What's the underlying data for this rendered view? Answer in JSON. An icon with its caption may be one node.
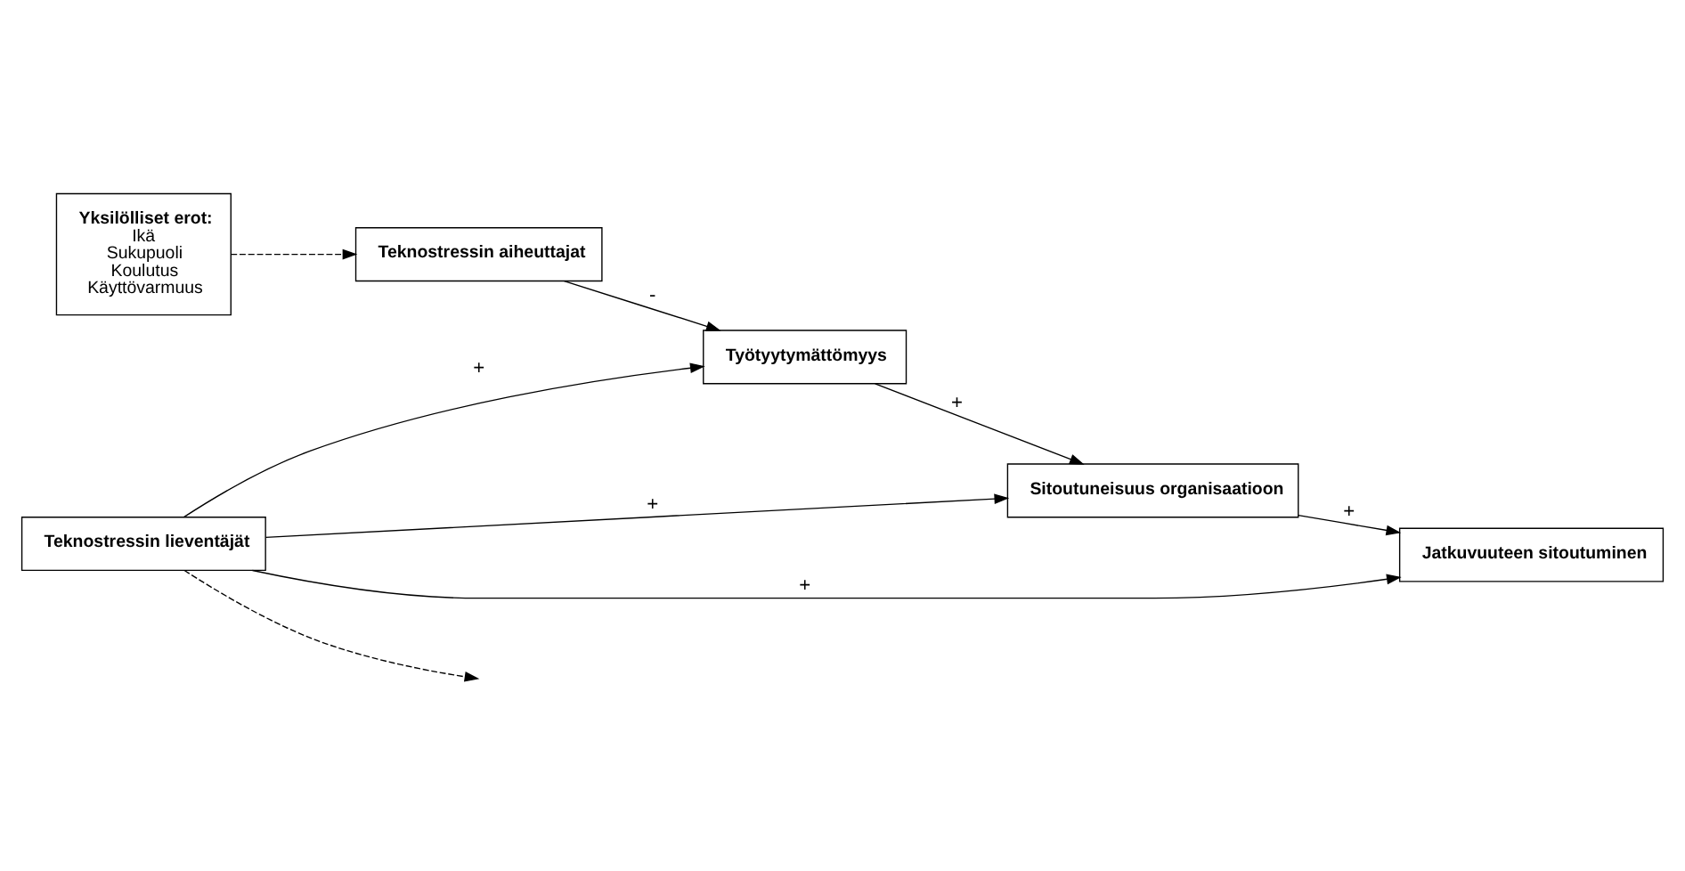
{
  "diagram": {
    "nodes": [
      {
        "text": [
          "Teknostressin aiheuttajat"
        ]
      },
      {
        "text": [
          "Työtyytymättömyys"
        ]
      },
      {
        "text": [
          "Sitoutuneisuus organisaatioon"
        ]
      },
      {
        "text": [
          "Yksilölliset erot:",
          "Ikä",
          "Sukupuoli",
          "Koulutus",
          "Käyttövarmuus"
        ]
      },
      {
        "text": [
          "Teknostressin lieventäjät"
        ]
      },
      {
        "text": [
          "Jatkuvuuteen sitoutuminen"
        ]
      }
    ],
    "edges": [
      {
        "from": 0,
        "to": 1,
        "arrow": "to",
        "label": "-"
      },
      {
        "from": 3,
        "to": 0,
        "arrow": "to",
        "style": "dashed"
      },
      {
        "from": 4,
        "to": null,
        "arrow": "to",
        "style": "dashed"
      },
      {
        "from": 4,
        "to": 1,
        "arrow": "to",
        "label": "+"
      },
      {
        "from": 4,
        "to": 2,
        "arrow": "to",
        "label": "+"
      },
      {
        "from": 4,
        "to": 5,
        "arrow": "to",
        "label": "+"
      },
      {
        "from": 1,
        "to": 2,
        "arrow": "to",
        "label": "+"
      },
      {
        "from": 2,
        "to": 5,
        "arrow": "to",
        "label": "+"
      }
    ]
  }
}
